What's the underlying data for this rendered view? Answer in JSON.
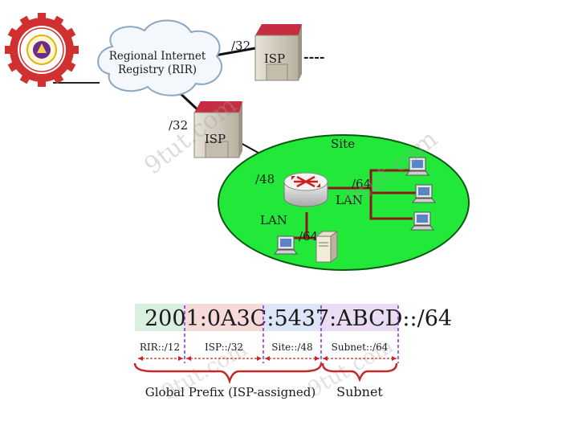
{
  "logo": {
    "name": "university-seal",
    "text": ""
  },
  "topology": {
    "rir_label_line1": "Regional Internet",
    "rir_label_line2": "Registry (RIR)",
    "isp_top_label": "ISP",
    "isp_top_prefix": "/32",
    "isp_top_more": "----",
    "isp_mid_label": "ISP",
    "isp_mid_prefix": "/32",
    "site_label": "Site",
    "site_prefix": "/48",
    "lan_right_prefix": "/64",
    "lan_right_label": "LAN",
    "lan_bottom_label": "LAN",
    "lan_bottom_prefix": "/64",
    "watermark": "9tut.com"
  },
  "address": {
    "segments": [
      {
        "text": "2001",
        "color": "#d9efe0"
      },
      {
        "text": ":0A3C",
        "color": "#f6dada"
      },
      {
        "text": ":5437",
        "color": "#dce6f6"
      },
      {
        "text": ":ABCD",
        "color": "#eadcf2"
      },
      {
        "text": "::/64",
        "color": "#ffffff"
      }
    ],
    "parts": [
      {
        "label": "RIR::/12"
      },
      {
        "label": "ISP::/32"
      },
      {
        "label": "Site::/48"
      },
      {
        "label": "Subnet::/64"
      }
    ],
    "global_prefix_label": "Global Prefix (ISP-assigned)",
    "subnet_label": "Subnet"
  },
  "colors": {
    "site_green": "#22e83a",
    "lan_line": "#8b1a1a",
    "brace_red": "#c62828",
    "divider_purple": "#8a2be2",
    "arrow_red": "#cc1f1f",
    "isp_roof": "#d0384a",
    "isp_wall": "#d7d1c4"
  }
}
